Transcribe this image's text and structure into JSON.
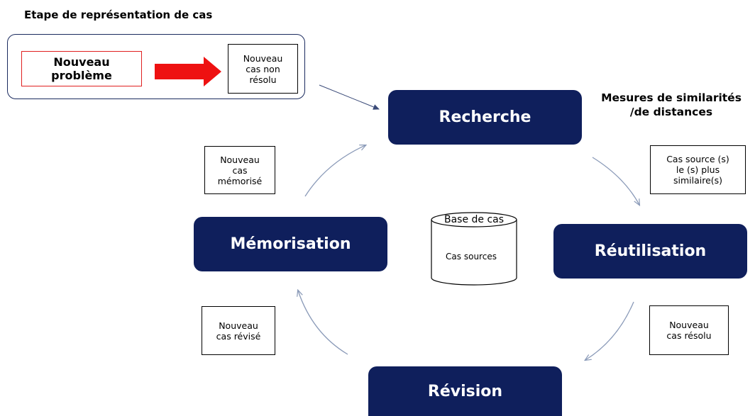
{
  "title": "Etape de représentation de cas",
  "representation": {
    "problem": "Nouveau\nproblème",
    "unsolved": "Nouveau\ncas non\nrésolu"
  },
  "phases": {
    "retrieve": "Recherche",
    "reuse": "Réutilisation",
    "revise": "Révision",
    "retain": "Mémorisation"
  },
  "notes": {
    "similar": "Cas source (s)\nle (s) plus\nsimilaire(s)",
    "solved": "Nouveau\ncas résolu",
    "revised": "Nouveau\ncas révisé",
    "memorized": "Nouveau\ncas\nmémorisé"
  },
  "measures": "Mesures de similarités\n/de distances",
  "case_base": {
    "title": "Base de cas",
    "content": "Cas sources"
  },
  "colors": {
    "phase_fill": "#0f1f5c",
    "arrow_red": "#ee1111",
    "panel_border": "#1a2a5e",
    "connector": "#8a9ab8"
  }
}
